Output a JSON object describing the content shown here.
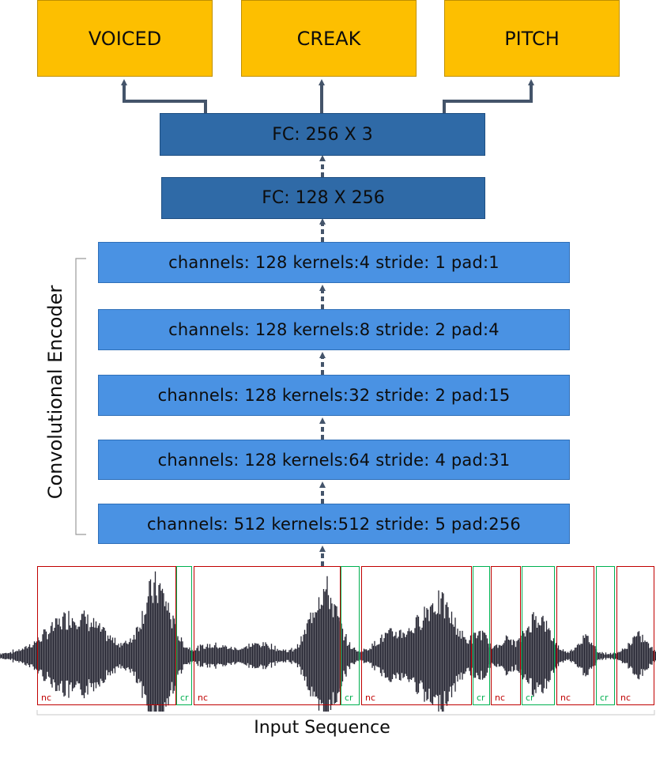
{
  "outputs": [
    "VOICED",
    "CREAK",
    "PITCH"
  ],
  "fc_layers": [
    "FC: 256 X 3",
    "FC: 128 X 256"
  ],
  "conv_layers": [
    "channels: 128  kernels:4  stride: 1   pad:1",
    "channels: 128   kernels:8    stride: 2  pad:4",
    "channels: 128  kernels:32 stride: 2  pad:15",
    "channels: 128  kernels:64 stride: 4 pad:31",
    "channels: 512 kernels:512 stride: 5 pad:256"
  ],
  "encoder_label": "Convolutional Encoder",
  "segments": [
    {
      "label": "nc",
      "kind": "nc"
    },
    {
      "label": "cr",
      "kind": "cr"
    },
    {
      "label": "nc",
      "kind": "nc"
    },
    {
      "label": "cr",
      "kind": "cr"
    },
    {
      "label": "nc",
      "kind": "nc"
    },
    {
      "label": "cr",
      "kind": "cr"
    },
    {
      "label": "nc",
      "kind": "nc"
    },
    {
      "label": "cr",
      "kind": "cr"
    },
    {
      "label": "nc",
      "kind": "nc"
    },
    {
      "label": "cr",
      "kind": "cr"
    },
    {
      "label": "nc",
      "kind": "nc"
    }
  ],
  "input_label": "Input Sequence",
  "colors": {
    "output_box": "#fdbf00",
    "fc_box": "#2f6aa7",
    "conv_box": "#4a92e3",
    "arrow": "#44546a",
    "non_creak": "#c00000",
    "creak": "#00b050",
    "waveform": "#262633"
  }
}
